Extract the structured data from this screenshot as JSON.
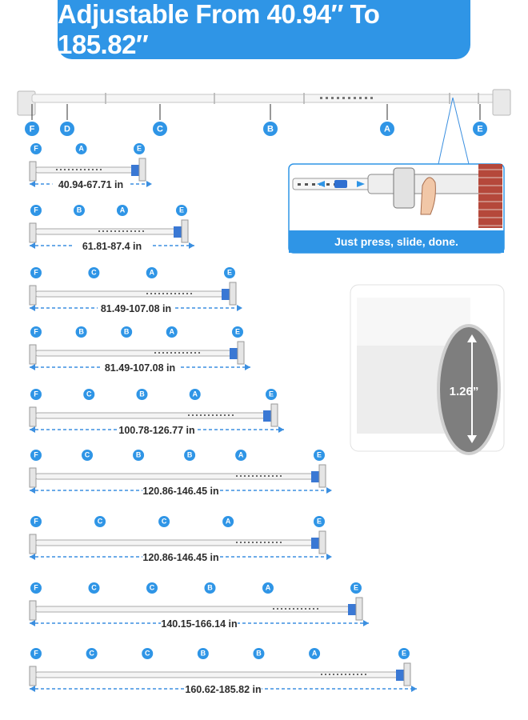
{
  "banner": {
    "title": "Adjustable From 40.94″ To 185.82″"
  },
  "overview": {
    "labels": [
      "F",
      "D",
      "C",
      "B",
      "A",
      "E"
    ]
  },
  "inset": {
    "caption": "Just press, slide, done."
  },
  "tube": {
    "diameter_label": "1.26”"
  },
  "configs": [
    {
      "labels": [
        "F",
        "A",
        "E"
      ],
      "range": "40.94-67.71 in"
    },
    {
      "labels": [
        "F",
        "B",
        "A",
        "E"
      ],
      "range": "61.81-87.4 in"
    },
    {
      "labels": [
        "F",
        "C",
        "A",
        "E"
      ],
      "range": "81.49-107.08 in"
    },
    {
      "labels": [
        "F",
        "B",
        "B",
        "A",
        "E"
      ],
      "range": "81.49-107.08 in"
    },
    {
      "labels": [
        "F",
        "C",
        "B",
        "A",
        "E"
      ],
      "range": "100.78-126.77 in"
    },
    {
      "labels": [
        "F",
        "C",
        "B",
        "B",
        "A",
        "E"
      ],
      "range": "120.86-146.45 in"
    },
    {
      "labels": [
        "F",
        "C",
        "C",
        "A",
        "E"
      ],
      "range": "120.86-146.45 in"
    },
    {
      "labels": [
        "F",
        "C",
        "C",
        "B",
        "A",
        "E"
      ],
      "range": "140.15-166.14 in"
    },
    {
      "labels": [
        "F",
        "C",
        "C",
        "B",
        "B",
        "A",
        "E"
      ],
      "range": "160.62-185.82 in"
    }
  ],
  "colors": {
    "accent": "#2f95e6",
    "dimension_line": "#3b8fe0",
    "text": "#2c2c2c"
  }
}
